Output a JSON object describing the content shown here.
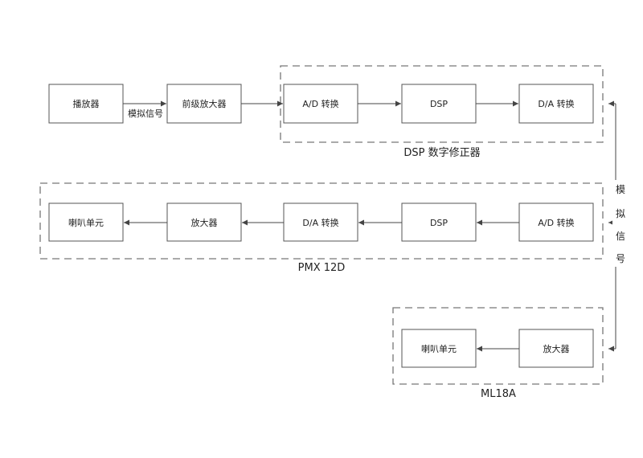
{
  "blocks": {
    "player": "播放器",
    "preamp": "前级放大器",
    "dsp_ad": "A/D 转换",
    "dsp_dsp": "DSP",
    "dsp_da": "D/A 转换",
    "pmx_ad": "A/D 转换",
    "pmx_dsp": "DSP",
    "pmx_da": "D/A 转换",
    "pmx_amp": "放大器",
    "pmx_speaker": "喇叭单元",
    "ml_amp": "放大器",
    "ml_speaker": "喇叭单元"
  },
  "groups": {
    "dsp": "DSP 数字修正器",
    "pmx": "PMX 12D",
    "ml": "ML18A"
  },
  "signal_labels": {
    "player_to_preamp": "模拟信号",
    "feedback_vertical": [
      "模",
      "拟",
      "信",
      "号"
    ]
  }
}
